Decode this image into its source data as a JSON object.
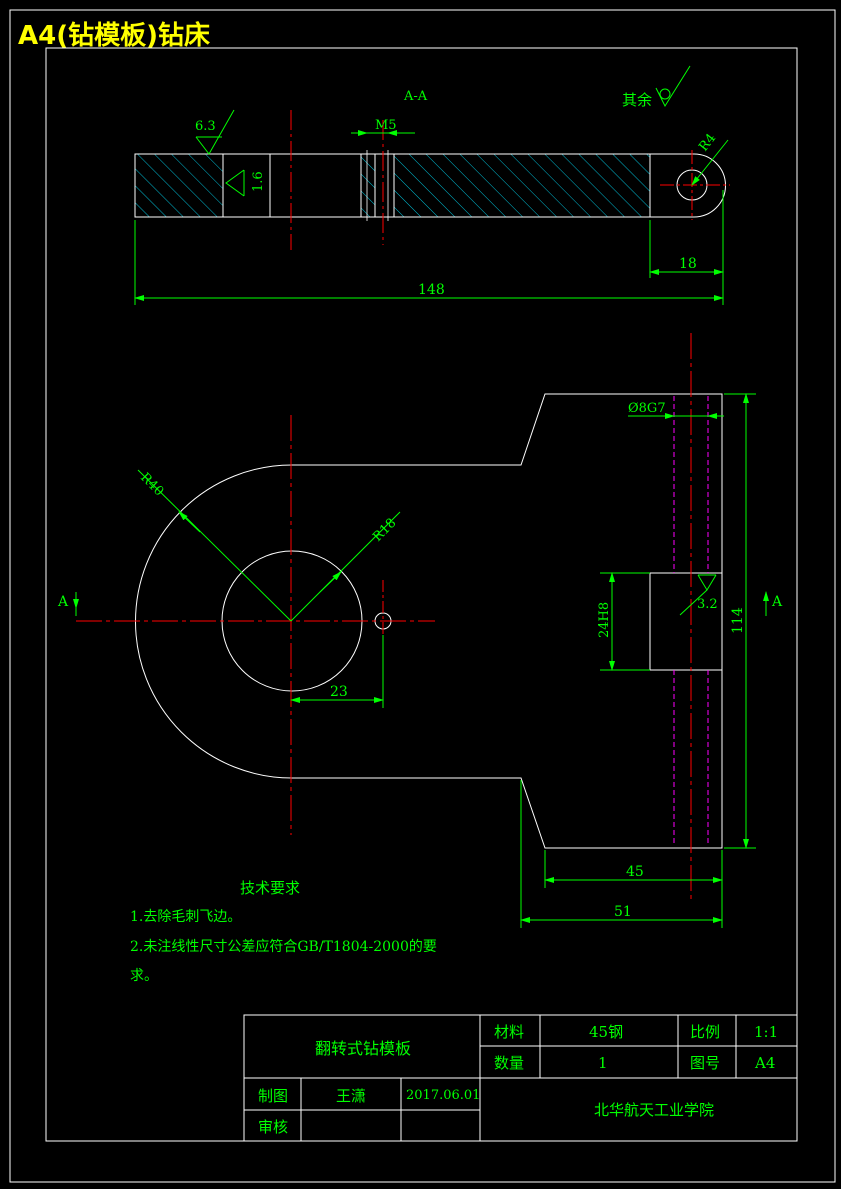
{
  "header": {
    "title": "A4(钻模板)钻床"
  },
  "section_view": {
    "label": "A-A"
  },
  "roughness": {
    "general_note": "其余",
    "top_left": "6.3",
    "bore": "1.6",
    "slot": "3.2"
  },
  "dimensions": {
    "thread": "M5",
    "radius_small": "R4",
    "length_total": "148",
    "length_end": "18",
    "radius_outer": "R40",
    "radius_inner": "R18",
    "hole_offset": "23",
    "hole_fit": "Ø8G7",
    "slot_width": "24H8",
    "height_total": "114",
    "width_inner": "45",
    "width_outer": "51"
  },
  "section_markers": {
    "left": "A",
    "right": "A"
  },
  "tech_requirements": {
    "heading": "技术要求",
    "line1": "1.去除毛刺飞边。",
    "line2": "2.未注线性尺寸公差应符合GB/T1804-2000的要",
    "line3": "求。"
  },
  "title_block": {
    "part_name": "翻转式钻模板",
    "material_label": "材料",
    "material_value": "45钢",
    "scale_label": "比例",
    "scale_value": "1:1",
    "quantity_label": "数量",
    "quantity_value": "1",
    "drawing_no_label": "图号",
    "drawing_no_value": "A4",
    "drawn_by_label": "制图",
    "drawn_by_value": "王潇",
    "date": "2017.06.01",
    "checked_by_label": "审核",
    "institution": "北华航天工业学院"
  },
  "colors": {
    "background": "#000000",
    "outline": "#ffffff",
    "dimension": "#00ff00",
    "centerline": "#ff0000",
    "hatch": "#00bcd4",
    "hidden": "#ff00ff",
    "title": "#ffff00"
  }
}
